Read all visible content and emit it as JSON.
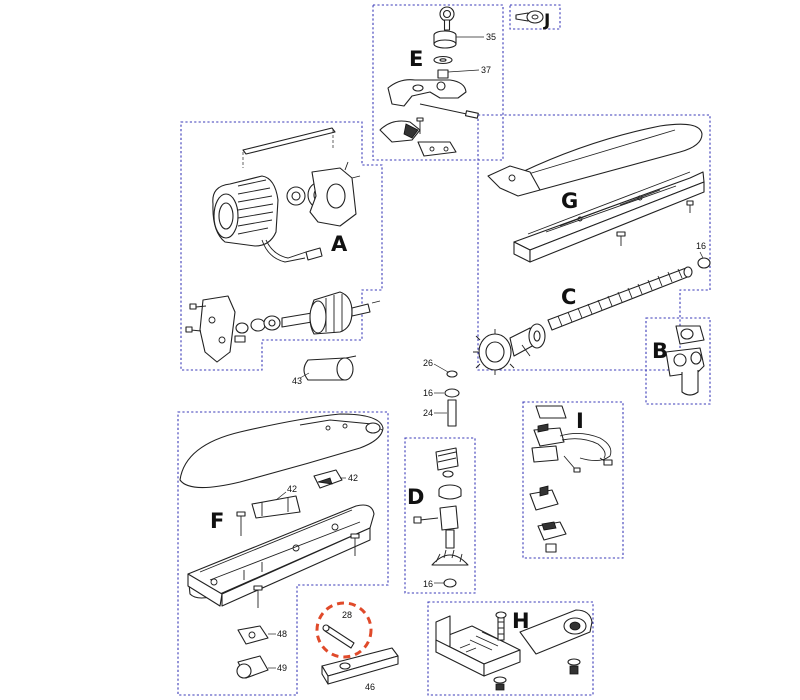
{
  "groups": {
    "A": "A",
    "B": "B",
    "C": "C",
    "D": "D",
    "E": "E",
    "F": "F",
    "G": "G",
    "H": "H",
    "I": "I",
    "J": "J"
  },
  "numbers": {
    "n35": "35",
    "n37": "37",
    "n16_g": "16",
    "n43": "43",
    "n26": "26",
    "n16_a": "16",
    "n24": "24",
    "n16_d": "16",
    "n42_a": "42",
    "n42_b": "42",
    "n48": "48",
    "n49": "49",
    "n28": "28",
    "n46": "46"
  },
  "highlight_color": "#e04a2a",
  "border_color": "#3b3bb8"
}
